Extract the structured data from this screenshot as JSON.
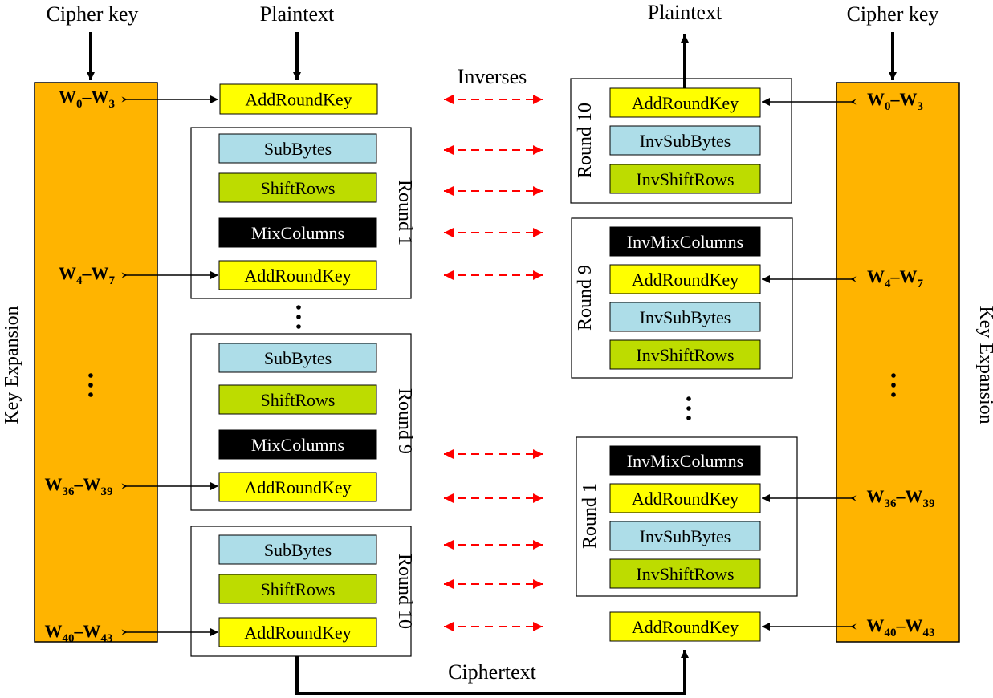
{
  "labels": {
    "cipher_key": "Cipher key",
    "plaintext": "Plaintext",
    "inverses": "Inverses",
    "ciphertext": "Ciphertext",
    "key_expansion": "Key Expansion"
  },
  "ops": {
    "add_round_key": "AddRoundKey",
    "sub_bytes": "SubBytes",
    "shift_rows": "ShiftRows",
    "mix_columns": "MixColumns",
    "inv_sub_bytes": "InvSubBytes",
    "inv_shift_rows": "InvShiftRows",
    "inv_mix_columns": "InvMixColumns"
  },
  "rounds": {
    "r1": "Round 1",
    "r9": "Round 9",
    "r10": "Round 10"
  },
  "words": [
    {
      "base": "W",
      "a": "0",
      "b": "3"
    },
    {
      "base": "W",
      "a": "4",
      "b": "7"
    },
    {
      "base": "W",
      "a": "36",
      "b": "39"
    },
    {
      "base": "W",
      "a": "40",
      "b": "43"
    }
  ],
  "colors": {
    "key_expansion": "#FFB400",
    "add_round_key": "#FFFF00",
    "sub_bytes": "#ADDDE8",
    "shift_rows": "#BDDC00",
    "mix_columns": "#000000",
    "inverse_arrow": "#FF0000"
  }
}
